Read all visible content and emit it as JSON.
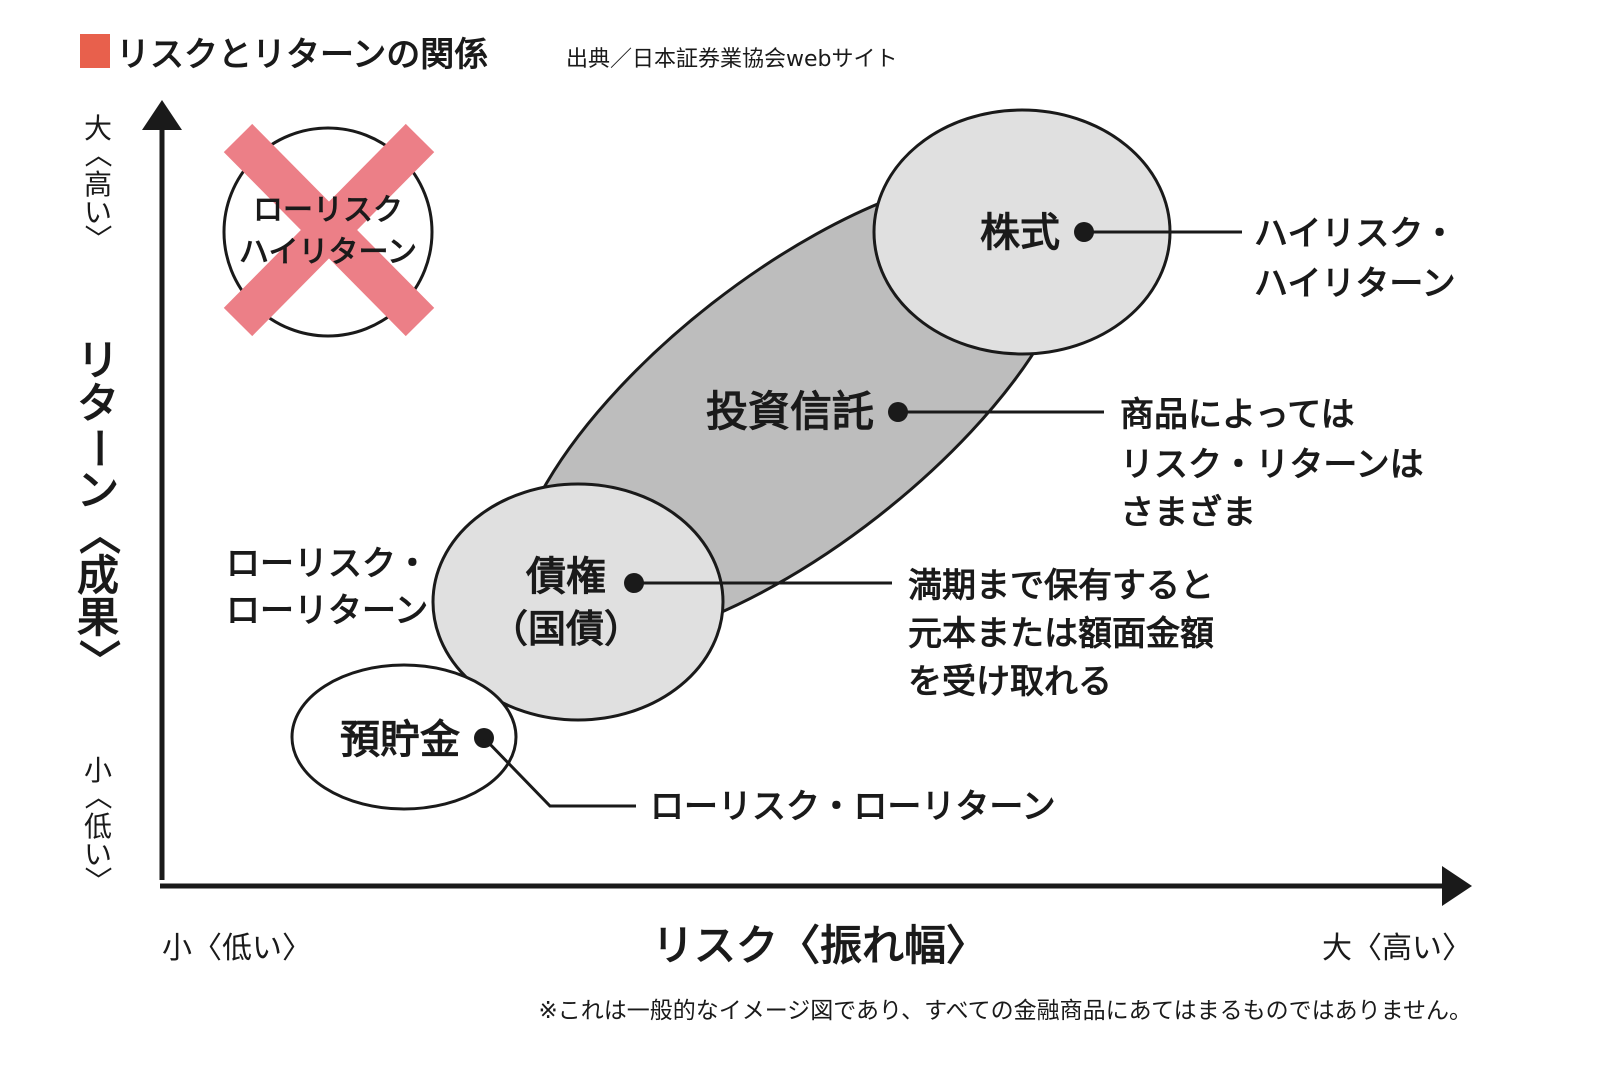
{
  "header": {
    "title": "リスクとリターンの関係",
    "source": "出典／日本証券業協会webサイト"
  },
  "y_axis": {
    "top": [
      "大",
      "〈",
      "高",
      "い",
      "〉"
    ],
    "label": [
      "リ",
      "タ",
      "ー",
      "ン",
      "〈",
      "成",
      "果",
      "〉"
    ],
    "bottom": [
      "小",
      "〈",
      "低",
      "い",
      "〉"
    ]
  },
  "x_axis": {
    "left": "小〈低い〉",
    "label": "リスク〈振れ幅〉",
    "right": "大〈高い〉"
  },
  "crossed": {
    "line1": "ローリスク",
    "line2": "ハイリターン"
  },
  "products": {
    "stock": "株式",
    "fund": "投資信託",
    "bond": "債権",
    "bond_sub": "（国債）",
    "deposit": "預貯金"
  },
  "notes": {
    "stock": [
      "ハイリスク・",
      "ハイリターン"
    ],
    "fund": [
      "商品によっては",
      "リスク・リターンは",
      "さまざま"
    ],
    "bond": [
      "満期まで保有すると",
      "元本または額面金額",
      "を受け取れる"
    ],
    "low": [
      "ローリスク・",
      "ローリターン"
    ],
    "deposit": "ローリスク・ローリターン"
  },
  "footnote": "※これは一般的なイメージ図であり、すべての金融商品にあてはまるものではありません。",
  "colors": {
    "accent": "#e8604c",
    "cross": "#ec7f87",
    "fund_fill": "#bdbdbd",
    "ellipse_fill": "#e0e0e0",
    "line": "#1a1a1a"
  }
}
